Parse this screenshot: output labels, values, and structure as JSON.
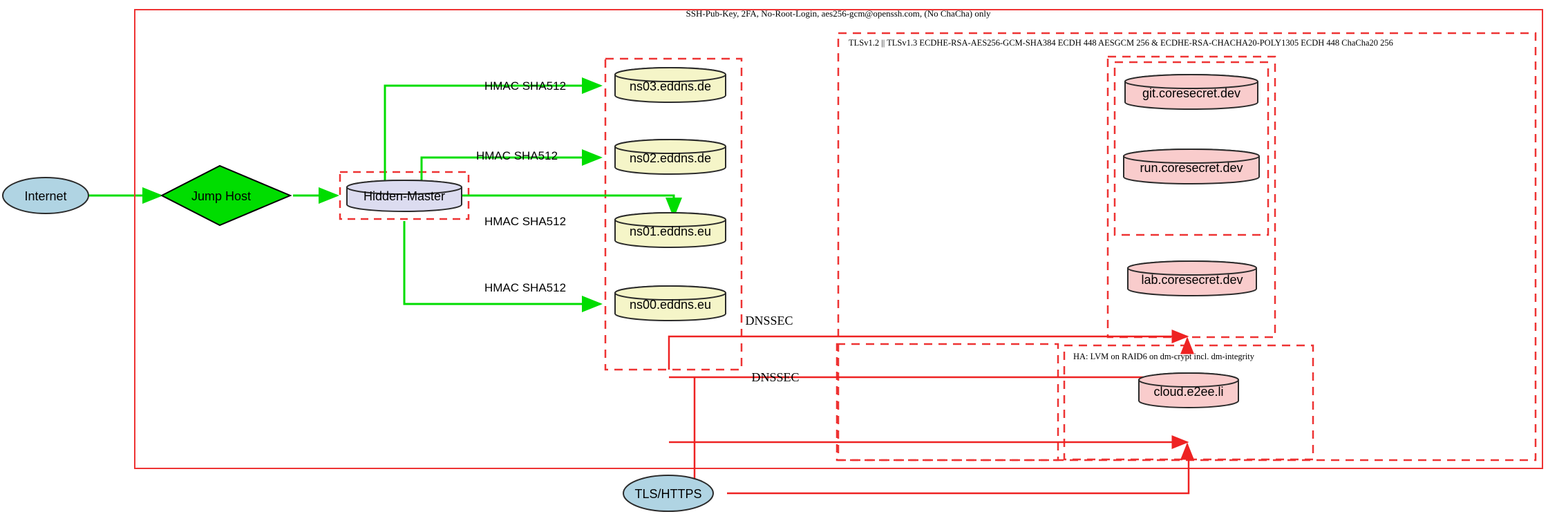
{
  "diagram": {
    "title_top": "SSH-Pub-Key, 2FA, No-Root-Login, aes256-gcm@openssh.com, (No ChaCha) only",
    "title_tls": "TLSv1.2 || TLSv1.3 ECDHE-RSA-AES256-GCM-SHA384 ECDH 448 AESGCM 256 & ECDHE-RSA-CHACHA20-POLY1305 ECDH 448 ChaCha20 256",
    "title_ha": "HA: LVM on RAID6 on dm-crypt incl. dm-integrity"
  },
  "nodes": {
    "internet": "Internet",
    "jump_host": "Jump Host",
    "hidden_master": "Hidden-Master",
    "tls_https": "TLS/HTTPS",
    "ns03": "ns03.eddns.de",
    "ns02": "ns02.eddns.de",
    "ns01": "ns01.eddns.eu",
    "ns00": "ns00.eddns.eu",
    "git": "git.coresecret.dev",
    "run": "run.coresecret.dev",
    "lab": "lab.coresecret.dev",
    "cloud": "cloud.e2ee.li"
  },
  "edges": {
    "hmac_ns03": "HMAC SHA512",
    "hmac_ns02": "HMAC SHA512",
    "hmac_ns01": "HMAC SHA512",
    "hmac_ns00": "HMAC SHA512",
    "dnssec_1": "DNSSEC",
    "dnssec_2": "DNSSEC"
  },
  "colors": {
    "boundary_red": "#ee3333",
    "edge_green": "#00dd00",
    "edge_red": "#ee2222",
    "fill_ellipse": "#b0d4e3",
    "fill_diamond": "#00dd00",
    "fill_cyl_yellow": "#f5f5c8",
    "fill_cyl_lavender": "#dcdcf0",
    "fill_cyl_pink": "#f9cccc",
    "stroke_node": "#2b2b2b"
  }
}
